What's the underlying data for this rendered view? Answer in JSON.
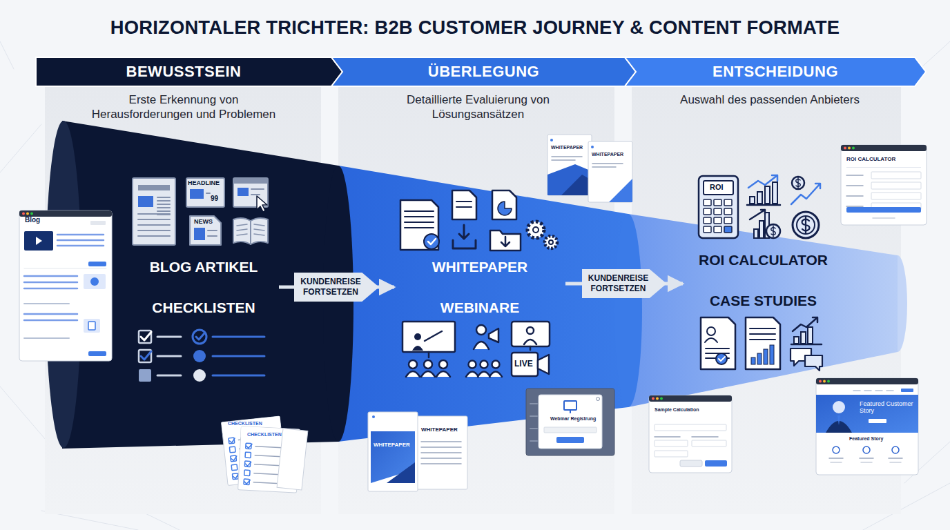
{
  "diagram": {
    "title": "HORIZONTALER TRICHTER: B2B CUSTOMER JOURNEY & CONTENT FORMATE",
    "nodes": [
      {
        "text": [
          "BEWUSSTSEIN",
          "Erste Erkennung von Herausforderungen und Problemen"
        ]
      },
      {
        "text": [
          "ÜBERLEGUNG",
          "Detaillierte Evaluierung von Lösungsansätzen"
        ]
      },
      {
        "text": [
          "ENTSCHEIDUNG",
          "Auswahl des passenden Anbieters"
        ]
      },
      {
        "text": [
          "BLOG ARTIKEL",
          "CHECKLISTEN"
        ]
      },
      {
        "text": [
          "WHITEPAPER",
          "WEBINARE"
        ]
      },
      {
        "text": [
          "ROI CALCULATOR",
          "CASE STUDIES"
        ]
      }
    ],
    "edges": [
      {
        "from": 3,
        "to": 4,
        "arrow": "to",
        "label": "KUNDENREISE FORTSETZEN"
      },
      {
        "from": 4,
        "to": 5,
        "arrow": "to",
        "label": "KUNDENREISE FORTSETZEN"
      }
    ],
    "labels": [
      "Blog",
      "HEADLINE",
      "99",
      "NEWS",
      "ROI",
      "LIVE",
      "WHITEPAPER",
      "WHITEPAPER",
      "CHECKLISTEN",
      "CHECKLISTEN",
      "WHITEPAPER",
      "WHITEPAPER",
      "Webinar Registrung",
      "ROI CALCULATOR",
      "Sample Calculation",
      "Featured Customer Story",
      "Featured Story"
    ]
  }
}
